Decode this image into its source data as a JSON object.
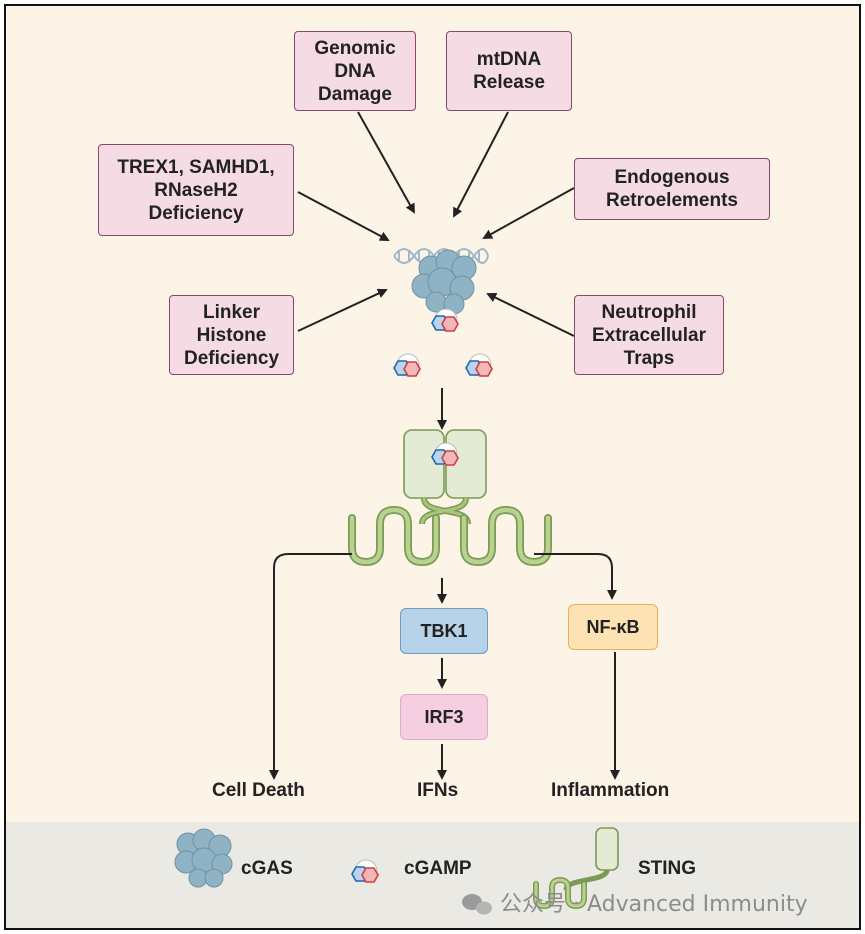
{
  "triggers": {
    "genomic": "Genomic\nDNA\nDamage",
    "mtdna": "mtDNA\nRelease",
    "trex1": "TREX1, SAMHD1,\nRNaseH2\nDeficiency",
    "retro": "Endogenous\nRetroelements",
    "linker": "Linker\nHistone\nDeficiency",
    "net": "Neutrophil\nExtracellular\nTraps"
  },
  "signaling": {
    "tbk1": "TBK1",
    "irf3": "IRF3",
    "nfkb": "NF-κB"
  },
  "outcomes": {
    "cell_death": "Cell Death",
    "ifns": "IFNs",
    "inflammation": "Inflammation"
  },
  "legend": {
    "cgas": "cGAS",
    "cgamp": "cGAMP",
    "sting": "STING"
  },
  "watermark": "公众号 · Advanced Immunity",
  "colors": {
    "trigger_fill": "#f5dbe4",
    "trigger_border": "#8a4767",
    "tbk1_fill": "#b5d2e8",
    "irf3_fill": "#f5cfe1",
    "nfkb_fill": "#fde2b3",
    "sting_green": "#a9c57d",
    "cgas_blue": "#8fb3c4",
    "background": "#fcf4e7",
    "legend_band": "#eae9e3"
  }
}
